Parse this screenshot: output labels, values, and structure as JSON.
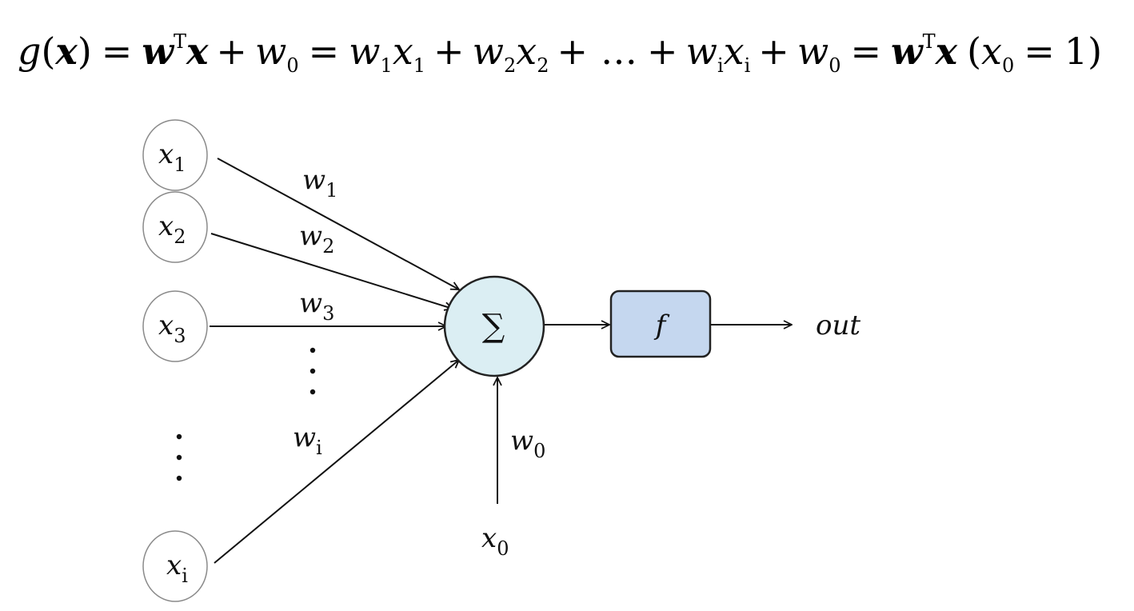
{
  "equation": {
    "lhs_g": "g",
    "lhs_x": "x",
    "w_bold": "w",
    "T": "T",
    "x_bold": "x",
    "w": "w",
    "x": "x",
    "zero": "0",
    "one": "1",
    "two": "2",
    "i": "i",
    "dots": "…",
    "plus": "+",
    "equals": "=",
    "one_value": "1"
  },
  "inputs": [
    {
      "var": "x",
      "sub": "1"
    },
    {
      "var": "x",
      "sub": "2"
    },
    {
      "var": "x",
      "sub": "3"
    },
    {
      "var": "x",
      "sub": "i"
    }
  ],
  "weights": [
    {
      "var": "w",
      "sub": "1"
    },
    {
      "var": "w",
      "sub": "2"
    },
    {
      "var": "w",
      "sub": "3"
    },
    {
      "var": "w",
      "sub": "i"
    }
  ],
  "bias": {
    "weight_var": "w",
    "weight_sub": "0",
    "input_var": "x",
    "input_sub": "0"
  },
  "sum_symbol": "∑",
  "activation_label": "f",
  "output_label": "out",
  "colors": {
    "sum_fill": "#dbeef3",
    "activation_fill": "#c5d7ef"
  }
}
